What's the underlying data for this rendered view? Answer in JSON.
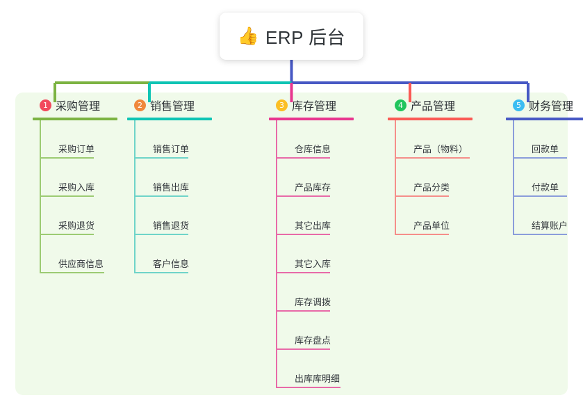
{
  "page": {
    "background": "#ffffff",
    "panel_background": "#f0faea"
  },
  "root": {
    "icon": "thumbs-up-icon",
    "icon_glyph": "👍",
    "title": "ERP 后台"
  },
  "connector": {
    "segment_colors": [
      "#7cb342",
      "#0ec4b4",
      "#4758c4",
      "#4758c4"
    ],
    "drop_colors": [
      "#7cb342",
      "#0ec4b4",
      "#e8368f",
      "#fa5a55",
      "#4758c4"
    ],
    "trunk_color": "#4758c4"
  },
  "columns": [
    {
      "number": "1",
      "title": "采购管理",
      "badge_color": "#f2495c",
      "line_color": "#7cb342",
      "leaf_color": "#9ccb73",
      "items": [
        {
          "label": "采购订单"
        },
        {
          "label": "采购入库"
        },
        {
          "label": "采购退货"
        },
        {
          "label": "供应商信息"
        }
      ]
    },
    {
      "number": "2",
      "title": "销售管理",
      "badge_color": "#f0883c",
      "line_color": "#0ec4b4",
      "leaf_color": "#6fd4c9",
      "items": [
        {
          "label": "销售订单"
        },
        {
          "label": "销售出库"
        },
        {
          "label": "销售退货"
        },
        {
          "label": "客户信息"
        }
      ]
    },
    {
      "number": "3",
      "title": "库存管理",
      "badge_color": "#fbbf24",
      "line_color": "#e8368f",
      "leaf_color": "#e86aa8",
      "items": [
        {
          "label": "仓库信息"
        },
        {
          "label": "产品库存"
        },
        {
          "label": "其它出库"
        },
        {
          "label": "其它入库"
        },
        {
          "label": "库存调拨"
        },
        {
          "label": "库存盘点"
        },
        {
          "label": "出库库明细"
        }
      ]
    },
    {
      "number": "4",
      "title": "产品管理",
      "badge_color": "#21c55d",
      "line_color": "#fa5a55",
      "leaf_color": "#f58e8a",
      "items": [
        {
          "label": "产品（物料）"
        },
        {
          "label": "产品分类"
        },
        {
          "label": "产品单位"
        }
      ]
    },
    {
      "number": "5",
      "title": "财务管理",
      "badge_color": "#3bbdf2",
      "line_color": "#4758c4",
      "leaf_color": "#8b9ddb",
      "items": [
        {
          "label": "回款单"
        },
        {
          "label": "付款单"
        },
        {
          "label": "结算账户"
        }
      ]
    }
  ]
}
